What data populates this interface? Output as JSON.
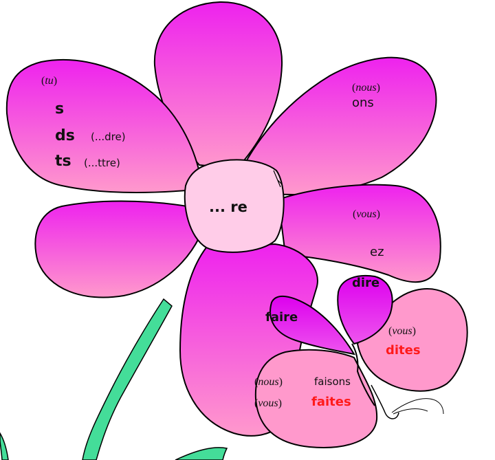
{
  "colors": {
    "petal_top": "#ee22ee",
    "petal_bottom": "#ff99cc",
    "center": "#ffcce8",
    "stem": "#44dd99",
    "outline": "#000000",
    "highlight": "#ff1a1a"
  },
  "center_label": "... re",
  "petal_tu": {
    "pronoun": "tu",
    "endings": [
      {
        "ending": "s",
        "note": ""
      },
      {
        "ending": "ds",
        "note": "(...dre)"
      },
      {
        "ending": "ts",
        "note": "(...ttre)"
      }
    ]
  },
  "petal_nous": {
    "pronoun": "nous",
    "ending": "ons"
  },
  "petal_vous": {
    "pronoun": "vous",
    "ending": "ez"
  },
  "butterfly": {
    "verb_dire": "dire",
    "verb_faire": "faire",
    "dire_pronoun": "vous",
    "dire_form": "dites",
    "nous_pronoun": "nous",
    "nous_form": "faisons",
    "vous_pronoun": "vous",
    "vous_form": "faites"
  }
}
